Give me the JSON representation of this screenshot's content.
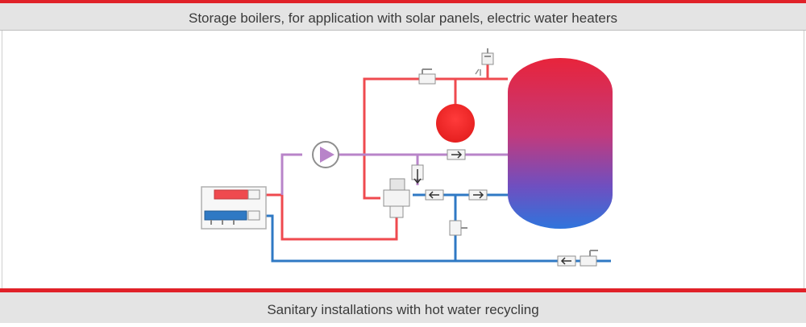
{
  "header": {
    "title": "Storage boilers, for application with solar panels, electric water heaters"
  },
  "footer": {
    "caption": "Sanitary installations with hot water recycling"
  },
  "colors": {
    "accent_red": "#e02128",
    "hot_pipe": "#ef4a4f",
    "cold_pipe": "#2f79c4",
    "return_pipe": "#b884c9",
    "band_bg": "#e4e4e4"
  },
  "diagram": {
    "components": [
      "storage-tank",
      "heater",
      "circulation-pump",
      "thermostatic-mixing-valve",
      "manifold",
      "check-valves",
      "ball-valves"
    ]
  }
}
